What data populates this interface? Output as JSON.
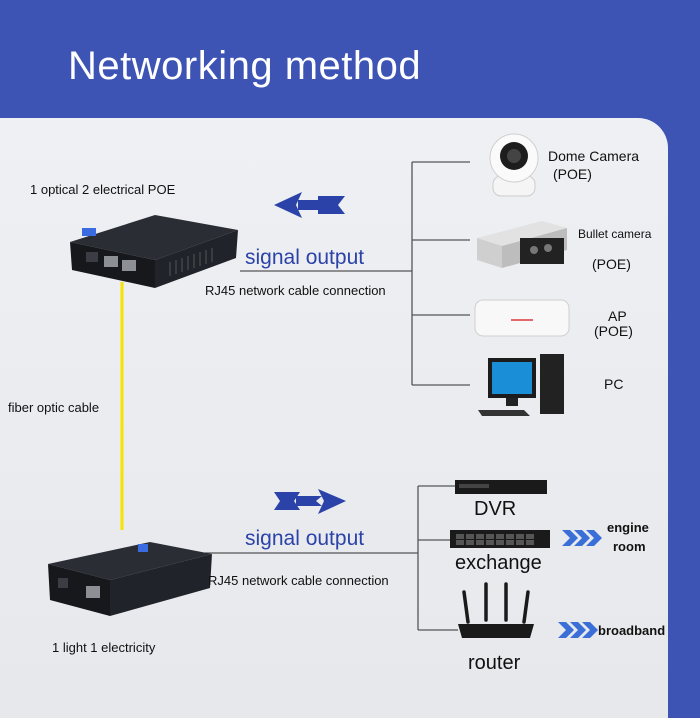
{
  "title": "Networking method",
  "top_converter": {
    "label": "1 optical 2 electrical POE",
    "output_label": "signal output",
    "cable_label": "RJ45 network cable connection"
  },
  "bottom_converter": {
    "label": "1 light 1 electricity",
    "output_label": "signal output",
    "cable_label": "RJ45 network cable connection"
  },
  "fiber_label": "fiber optic cable",
  "top_devices": [
    {
      "name": "Dome Camera",
      "sub": "(POE)"
    },
    {
      "name": "Bullet camera",
      "sub": "(POE)"
    },
    {
      "name": "AP",
      "sub": "(POE)"
    },
    {
      "name": "PC",
      "sub": ""
    }
  ],
  "bottom_devices": [
    {
      "name": "DVR"
    },
    {
      "name": "exchange"
    },
    {
      "name": "router"
    }
  ],
  "destinations": {
    "engine_line1": "engine",
    "engine_line2": "room",
    "broadband": "broadband"
  },
  "colors": {
    "header": "#3d54b5",
    "arrow": "#2b43a8",
    "fiber": "#f5e400",
    "line": "#555555"
  }
}
